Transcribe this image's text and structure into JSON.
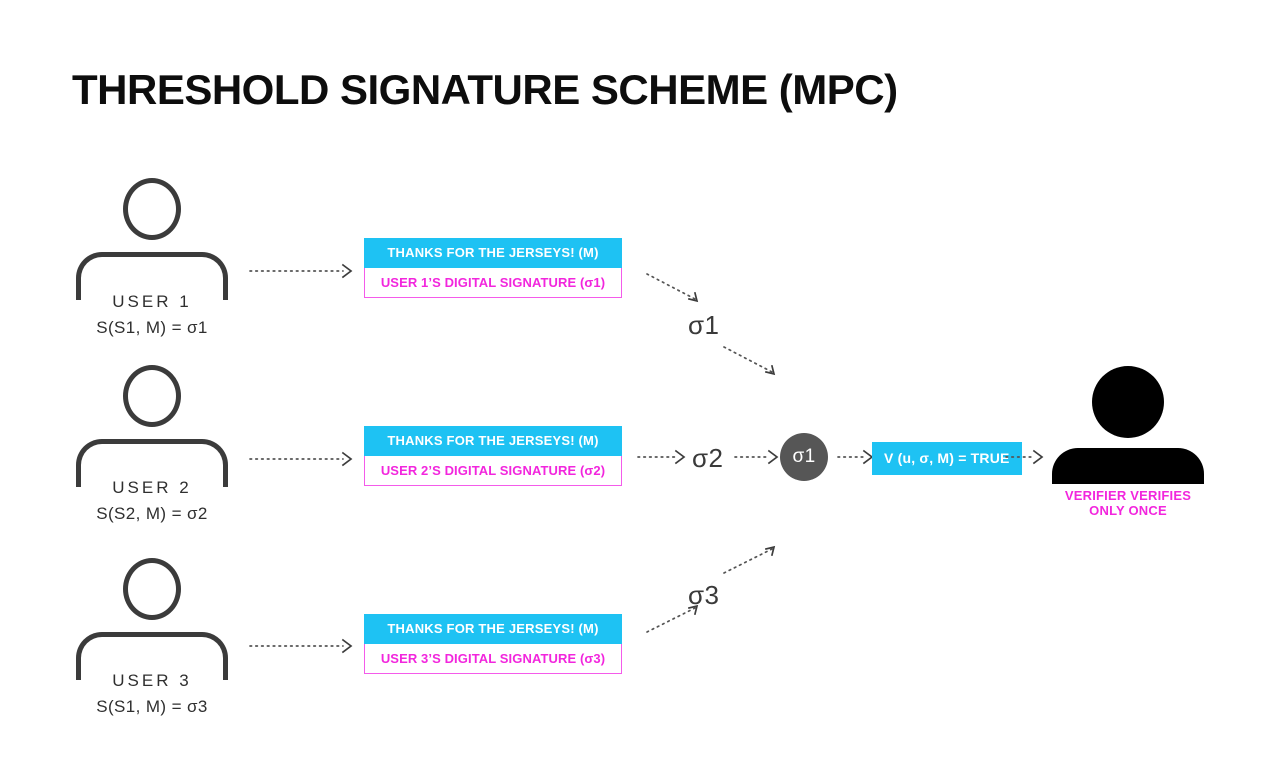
{
  "page": {
    "title": "THRESHOLD SIGNATURE SCHEME (MPC)",
    "background": "#ffffff"
  },
  "colors": {
    "cyan": "#1ec2f3",
    "pink": "#f226dd",
    "pink_border": "#f45bea",
    "gray_stroke": "#3b3b3b",
    "hub_gray": "#565656",
    "text_dark": "#2f2f2f"
  },
  "users": [
    {
      "name": "USER 1",
      "formula": "S(S1, M) = σ1",
      "message_label": "THANKS FOR THE JERSEYS! (M)",
      "signature_label": "USER 1’S DIGITAL SIGNATURE (σ1)"
    },
    {
      "name": "USER 2",
      "formula": "S(S2, M) = σ2",
      "message_label": "THANKS FOR THE JERSEYS! (M)",
      "signature_label": "USER 2’S DIGITAL SIGNATURE (σ2)"
    },
    {
      "name": "USER 3",
      "formula": "S(S1, M) = σ3",
      "message_label": "THANKS FOR THE JERSEYS! (M)",
      "signature_label": "USER 3’S DIGITAL SIGNATURE (σ3)"
    }
  ],
  "sigma_labels": {
    "top": "σ1",
    "middle": "σ2",
    "bottom": "σ3"
  },
  "aggregate": {
    "label": "σ1"
  },
  "verify": {
    "expression": "V (u, σ, M) = TRUE"
  },
  "verifier": {
    "caption_line1": "VERIFIER VERIFIES",
    "caption_line2": "ONLY ONCE"
  }
}
